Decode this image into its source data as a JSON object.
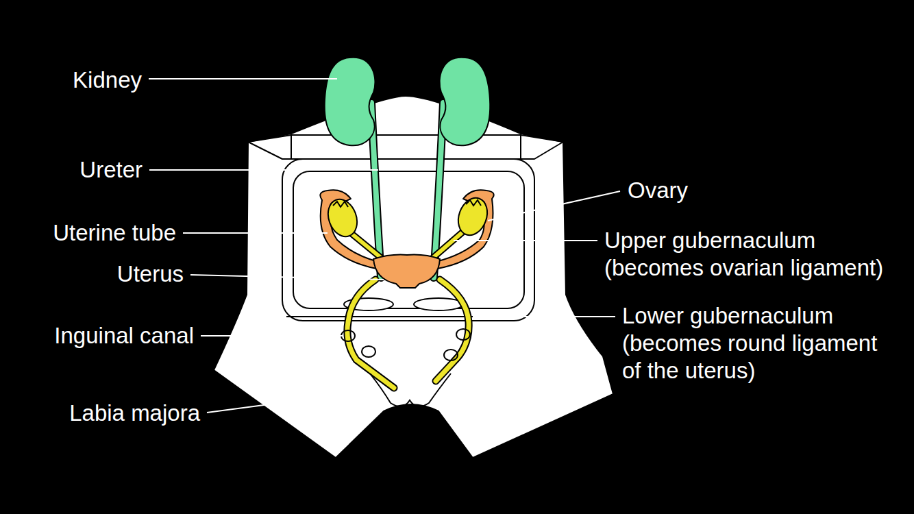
{
  "diagram": {
    "labels": [
      "Kidney",
      "Ureter",
      "Ovary",
      "Uterine tube",
      "Upper gubernaculum (becomes ovarian ligament)",
      "Uterus",
      "Inguinal canal",
      "Lower gubernaculum (becomes round ligament of the uterus)",
      "Labia majora"
    ]
  }
}
